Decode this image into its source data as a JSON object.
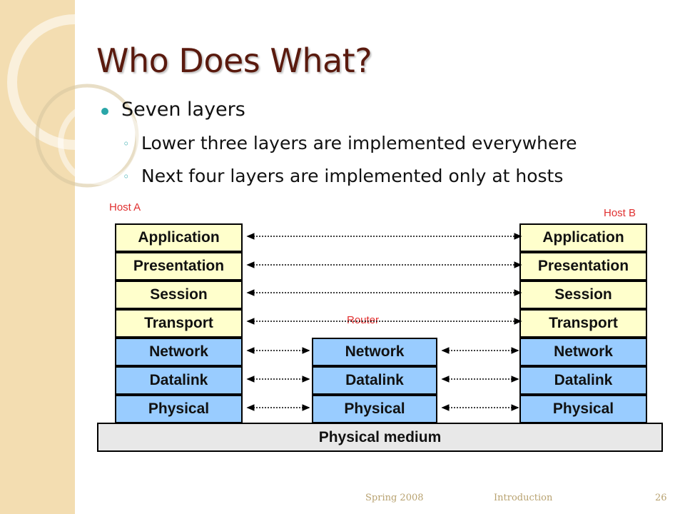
{
  "slide": {
    "title": "Who Does What?",
    "bullet": "Seven layers",
    "sub_bullets": [
      "Lower three layers are implemented everywhere",
      "Next four layers are implemented only at hosts"
    ],
    "sub_marker": "◦"
  },
  "diagram": {
    "host_a_label": "Host A",
    "host_b_label": "Host B",
    "router_label": "Router",
    "host_a_layers": [
      "Application",
      "Presentation",
      "Session",
      "Transport",
      "Network",
      "Datalink",
      "Physical"
    ],
    "host_b_layers": [
      "Application",
      "Presentation",
      "Session",
      "Transport",
      "Network",
      "Datalink",
      "Physical"
    ],
    "router_layers": [
      "Network",
      "Datalink",
      "Physical"
    ],
    "medium_label": "Physical medium",
    "colors": {
      "upper_layer": "#ffffcc",
      "lower_layer": "#99ccff",
      "medium": "#e8e8e8",
      "label_red": "#e03030"
    }
  },
  "footer": {
    "date": "Spring 2008",
    "section": "Introduction",
    "page": "26"
  }
}
